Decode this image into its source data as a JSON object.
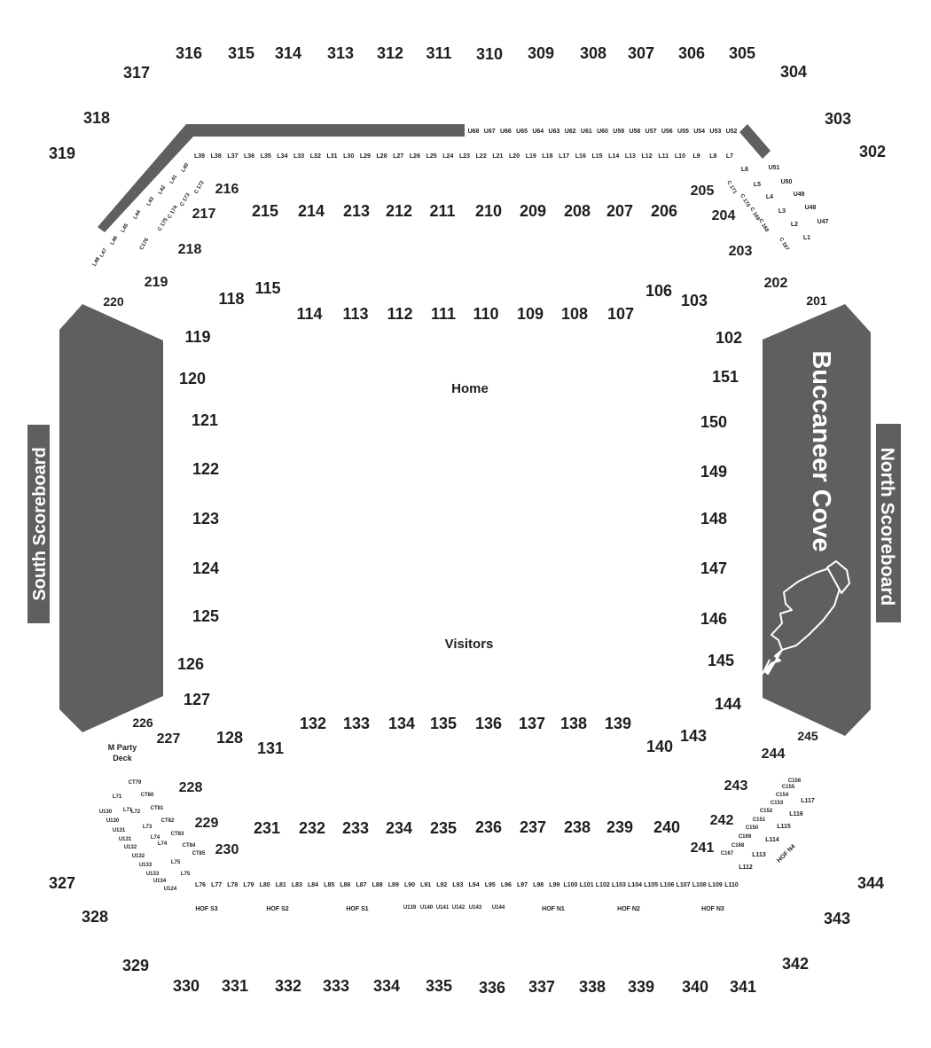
{
  "colors": {
    "shape": "#5f5f5f",
    "text": "#1e1e1e",
    "background": "#ffffff"
  },
  "icons": {
    "mascot": "pirate-ship-icon"
  },
  "field": {
    "home": "Home",
    "visitors": "Visitors"
  },
  "boards": {
    "south": "South Scoreboard",
    "north": "North Scoreboard",
    "cove": "Buccaneer Cove",
    "party_deck_line1": "M Party",
    "party_deck_line2": "Deck"
  },
  "hof": [
    "HOF S3",
    "HOF S2",
    "HOF S1",
    "HOF N1",
    "HOF N2",
    "HOF N3",
    "HOF N4"
  ],
  "upper": {
    "top": [
      "316",
      "315",
      "314",
      "313",
      "312",
      "311",
      "310",
      "309",
      "308",
      "307",
      "306",
      "305"
    ],
    "bottom": [
      "330",
      "331",
      "332",
      "333",
      "334",
      "335",
      "336",
      "337",
      "338",
      "339",
      "340",
      "341"
    ],
    "corners": [
      "317",
      "318",
      "319",
      "304",
      "303",
      "302",
      "327",
      "328",
      "329",
      "344",
      "343",
      "342"
    ]
  },
  "club": {
    "top": [
      "215",
      "214",
      "213",
      "212",
      "211",
      "210",
      "209",
      "208",
      "207",
      "206"
    ],
    "bottom": [
      "231",
      "232",
      "233",
      "234",
      "235",
      "236",
      "237",
      "238",
      "239",
      "240"
    ],
    "corners": [
      "216",
      "217",
      "218",
      "219",
      "220",
      "205",
      "204",
      "203",
      "202",
      "201",
      "226",
      "227",
      "228",
      "229",
      "230",
      "245",
      "244",
      "243",
      "242",
      "241"
    ]
  },
  "lower": {
    "top": [
      "114",
      "113",
      "112",
      "111",
      "110",
      "109",
      "108",
      "107"
    ],
    "bottom": [
      "132",
      "133",
      "134",
      "135",
      "136",
      "137",
      "138",
      "139"
    ],
    "left": [
      "119",
      "120",
      "121",
      "122",
      "123",
      "124",
      "125",
      "126",
      "127"
    ],
    "right": [
      "102",
      "151",
      "150",
      "149",
      "148",
      "147",
      "146",
      "145",
      "144"
    ],
    "corners": [
      "118",
      "115",
      "106",
      "103",
      "128",
      "131",
      "140",
      "143"
    ]
  },
  "suites": {
    "top_upper": [
      "U68",
      "U67",
      "U66",
      "U65",
      "U64",
      "U63",
      "U62",
      "U61",
      "U60",
      "U59",
      "U58",
      "U57",
      "U56",
      "U55",
      "U54",
      "U53",
      "U52"
    ],
    "top_lower": [
      "L39",
      "L38",
      "L37",
      "L36",
      "L35",
      "L34",
      "L33",
      "L32",
      "L31",
      "L30",
      "L29",
      "L28",
      "L27",
      "L26",
      "L25",
      "L24",
      "L23",
      "L22",
      "L21",
      "L20",
      "L19",
      "L18",
      "L17",
      "L16",
      "L15",
      "L14",
      "L13",
      "L12",
      "L11",
      "L10",
      "L9",
      "L8",
      "L7"
    ],
    "bottom_lower": [
      "L76",
      "L77",
      "L78",
      "L79",
      "L80",
      "L81",
      "L83",
      "L84",
      "L85",
      "L86",
      "L87",
      "L88",
      "L89",
      "L90",
      "L91",
      "L92",
      "L93",
      "L94",
      "L95",
      "L96",
      "L97",
      "L98",
      "L99",
      "L100",
      "L101",
      "L102",
      "L103",
      "L104",
      "L105",
      "L106",
      "L107",
      "L108",
      "L109",
      "L110"
    ],
    "bottom_upper": [
      "U139",
      "U140",
      "U141",
      "U142",
      "U143",
      "U144"
    ],
    "ne": [
      "L6",
      "U51",
      "L5",
      "U50",
      "L4",
      "U49",
      "L3",
      "U48",
      "L2",
      "U47",
      "L1"
    ],
    "ne_club": [
      "C 171",
      "C 170",
      "C 169",
      "C 168",
      "C 167"
    ],
    "nw_club": [
      "C 172",
      "C 173",
      "C 174",
      "C 175",
      "C176"
    ],
    "nw_lower": [
      "L40",
      "L41",
      "L42",
      "L43",
      "L44",
      "L45",
      "L46",
      "L47",
      "L48"
    ],
    "sw_club": [
      "CT79",
      "CT80",
      "CT81",
      "CT82",
      "CT83",
      "CT84",
      "CT85"
    ],
    "sw_lower": [
      "L71",
      "L71",
      "L72",
      "L73",
      "L74",
      "L74",
      "L75",
      "L75"
    ],
    "sw_upper": [
      "U130",
      "U130",
      "U131",
      "U131",
      "U132",
      "U132",
      "U133",
      "U133",
      "U134",
      "U124"
    ],
    "se_club": [
      "C156",
      "C155",
      "C154",
      "C153",
      "C152",
      "C151",
      "C150",
      "C169",
      "C168",
      "C167"
    ],
    "se_lower": [
      "L117",
      "L116",
      "L115",
      "L114",
      "L113",
      "L112"
    ]
  }
}
